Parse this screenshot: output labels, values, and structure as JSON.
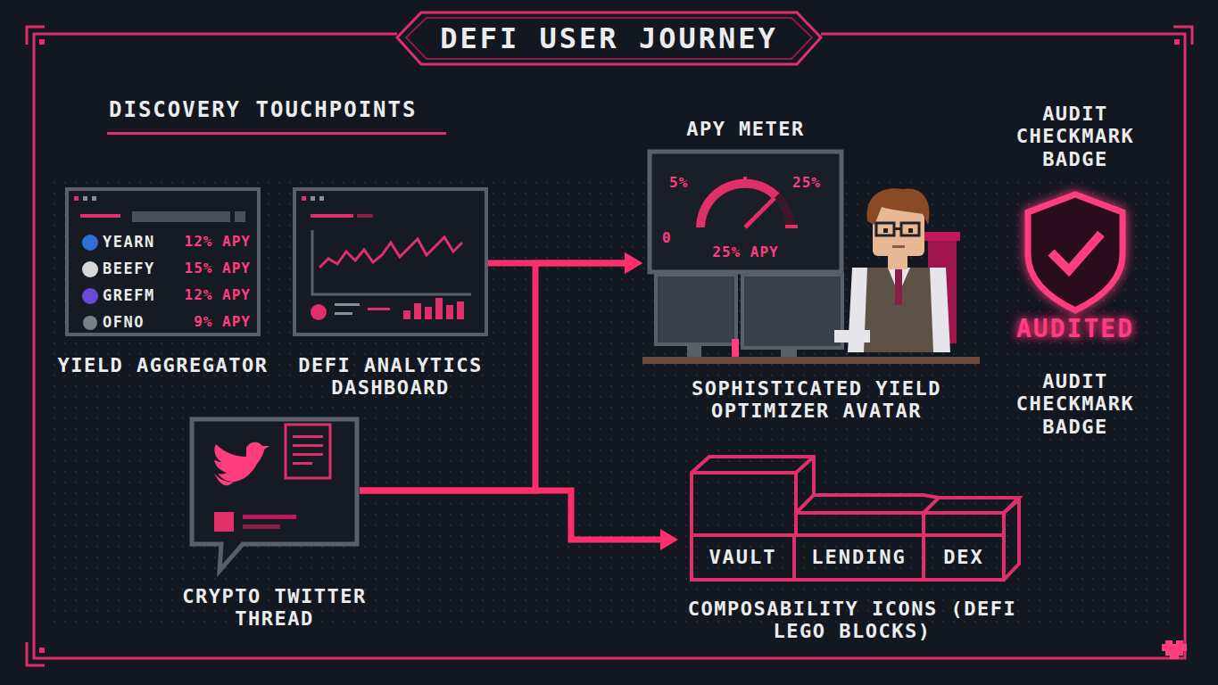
{
  "diagram": {
    "title": "DEFI USER JOURNEY",
    "nodes": [
      {
        "text": [
          "YEARN",
          "12% APY",
          "BEEFY",
          "15% APY",
          "GREFM",
          "12% APY",
          "OFNO",
          "9% APY",
          "YIELD AGGREGATOR"
        ]
      },
      {
        "text": [
          "DEFI ANALYTICS DASHBOARD"
        ]
      },
      {
        "text": [
          "CRYPTO TWITTER THREAD"
        ]
      },
      {
        "text": [
          "SOPHISTICATED YIELD OPTIMIZER AVATAR"
        ]
      },
      {
        "text": [
          "APY METER",
          "5%",
          "25%",
          "0",
          "25% APY"
        ],
        "in": 3
      },
      {
        "text": [
          "AUDIT CHECKMARK BADGE",
          "AUDITED",
          "AUDIT CHECKMARK BADGE"
        ]
      },
      {
        "text": [
          "COMPOSABILITY ICONS (DEFI LEGO BLOCKS)"
        ]
      },
      {
        "text": [
          "VAULT"
        ],
        "in": 6
      },
      {
        "text": [
          "LENDING"
        ],
        "in": 6
      },
      {
        "text": [
          "DEX"
        ],
        "in": 6
      }
    ],
    "edges": [
      {
        "from": 1,
        "to": 3,
        "arrow": "to"
      },
      {
        "from": 2,
        "to": 3,
        "arrow": "to"
      },
      {
        "from": 2,
        "to": 6,
        "arrow": "to"
      }
    ],
    "labels": [
      "DISCOVERY TOUCHPOINTS"
    ]
  }
}
